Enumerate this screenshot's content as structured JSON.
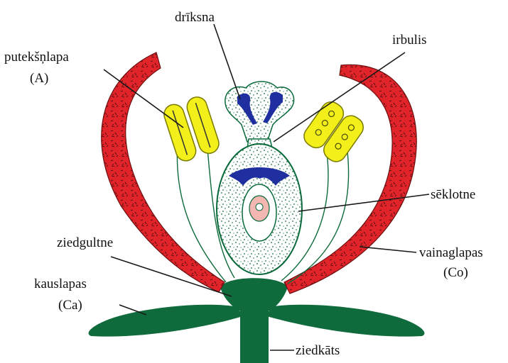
{
  "labels": {
    "driksna": "drīksna",
    "irbulis": "irbulis",
    "puteksnlapa": "putekšņlapa",
    "puteksnlapa_abbr": "(A)",
    "seklotne": "sēklotne",
    "ziedgultne": "ziedgultne",
    "vainaglapas": "vainaglapas",
    "vainaglapas_abbr": "(Co)",
    "kauslapas": "kauslapas",
    "kauslapas_abbr": "(Ca)",
    "ziedkats": "ziedkāts"
  },
  "colors": {
    "petal": "#e0242a",
    "stem": "#0f6b3c",
    "anther": "#f2ef1a",
    "stigma_mark": "#1f2fa0",
    "ovule": "#f3b6b0",
    "outline": "#0a6a3b"
  }
}
